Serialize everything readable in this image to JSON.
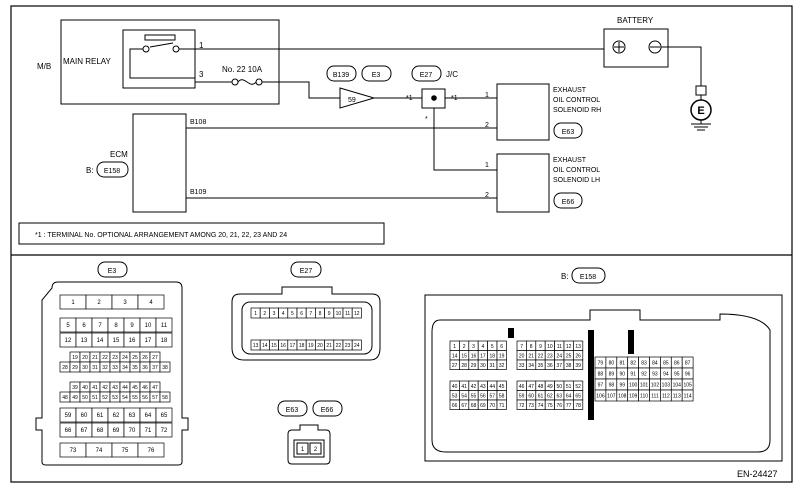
{
  "labels": {
    "battery": "BATTERY",
    "mb": "M/B",
    "main_relay": "MAIN RELAY",
    "fuse": "No. 22   10A",
    "ecm": "ECM",
    "b_prefix": "B:",
    "jc": "J/C",
    "ground": "E",
    "note": "*1  : TERMINAL No. OPTIONAL ARRANGEMENT AMONG 20, 21, 22, 23 AND 24",
    "doc_id": "EN-24427",
    "star1": "*1",
    "star": "*"
  },
  "solenoid_rh": {
    "line1": "EXHAUST",
    "line2": "OIL CONTROL",
    "line3": "SOLENOID RH",
    "connector": "E63"
  },
  "solenoid_lh": {
    "line1": "EXHAUST",
    "line2": "OIL CONTROL",
    "line3": "SOLENOID LH",
    "connector": "E66"
  },
  "connectors": {
    "b139": "B139",
    "e3": "E3",
    "e27": "E27",
    "e158": "E158",
    "e63": "E63",
    "e66": "E66"
  },
  "pins": {
    "relay_1": "1",
    "relay_3": "3",
    "e3_59": "59",
    "rh_1": "1",
    "rh_2": "2",
    "lh_1": "1",
    "lh_2": "2"
  },
  "wires": {
    "b108": "B108",
    "b109": "B109"
  },
  "connector_views": {
    "e3_title": "E3",
    "e27_title": "E27",
    "e63_e66_titles": [
      "E63",
      "E66"
    ],
    "e158_prefix": "B:",
    "e158_title": "E158",
    "e63_pins": [
      "1",
      "2"
    ],
    "e3_rows": [
      [
        "1",
        "2",
        "3",
        "4"
      ],
      [
        "5",
        "6",
        "7",
        "8",
        "9",
        "10",
        "11"
      ],
      [
        "12",
        "13",
        "14",
        "15",
        "16",
        "17",
        "18"
      ],
      [
        "19",
        "20",
        "21",
        "22",
        "23",
        "24",
        "25",
        "26",
        "27"
      ],
      [
        "28",
        "29",
        "30",
        "31",
        "32",
        "33",
        "34",
        "35",
        "36",
        "37",
        "38"
      ],
      [
        "39",
        "40",
        "41",
        "42",
        "43",
        "44",
        "45",
        "46",
        "47"
      ],
      [
        "48",
        "49",
        "50",
        "51",
        "52",
        "53",
        "54",
        "55",
        "56",
        "57",
        "58"
      ],
      [
        "59",
        "60",
        "61",
        "62",
        "63",
        "64",
        "65"
      ],
      [
        "66",
        "67",
        "68",
        "69",
        "70",
        "71",
        "72"
      ],
      [
        "73",
        "74",
        "75",
        "76"
      ]
    ],
    "e27_rows": [
      [
        "1",
        "2",
        "3",
        "4",
        "5",
        "6",
        "7",
        "8",
        "9",
        "10",
        "11",
        "12"
      ],
      [
        "13",
        "14",
        "15",
        "16",
        "17",
        "18",
        "19",
        "20",
        "21",
        "22",
        "23",
        "24"
      ]
    ],
    "e158_blocks": [
      [
        [
          "1",
          "2",
          "3",
          "4",
          "5",
          "6"
        ],
        [
          "14",
          "15",
          "16",
          "17",
          "18",
          "19"
        ],
        [
          "27",
          "28",
          "29",
          "30",
          "31",
          "32"
        ]
      ],
      [
        [
          "7",
          "8",
          "9",
          "10",
          "11",
          "12",
          "13"
        ],
        [
          "20",
          "21",
          "22",
          "23",
          "24",
          "25",
          "26"
        ],
        [
          "33",
          "34",
          "35",
          "36",
          "37",
          "38",
          "39"
        ]
      ],
      [
        [
          "40",
          "41",
          "42",
          "43",
          "44",
          "45"
        ],
        [
          "53",
          "54",
          "55",
          "56",
          "57",
          "58"
        ],
        [
          "66",
          "67",
          "68",
          "69",
          "70",
          "71"
        ]
      ],
      [
        [
          "46",
          "47",
          "48",
          "49",
          "50",
          "51",
          "52"
        ],
        [
          "59",
          "60",
          "61",
          "62",
          "63",
          "64",
          "65"
        ],
        [
          "72",
          "73",
          "74",
          "75",
          "76",
          "77",
          "78"
        ]
      ],
      [
        [
          "79",
          "80",
          "81",
          "82",
          "83",
          "84",
          "85",
          "86",
          "87"
        ],
        [
          "88",
          "89",
          "90",
          "91",
          "92",
          "93",
          "94",
          "95",
          "96"
        ],
        [
          "97",
          "98",
          "99",
          "100",
          "101",
          "102",
          "103",
          "104",
          "105"
        ],
        [
          "106",
          "107",
          "108",
          "109",
          "110",
          "111",
          "112",
          "113",
          "114"
        ]
      ]
    ]
  }
}
